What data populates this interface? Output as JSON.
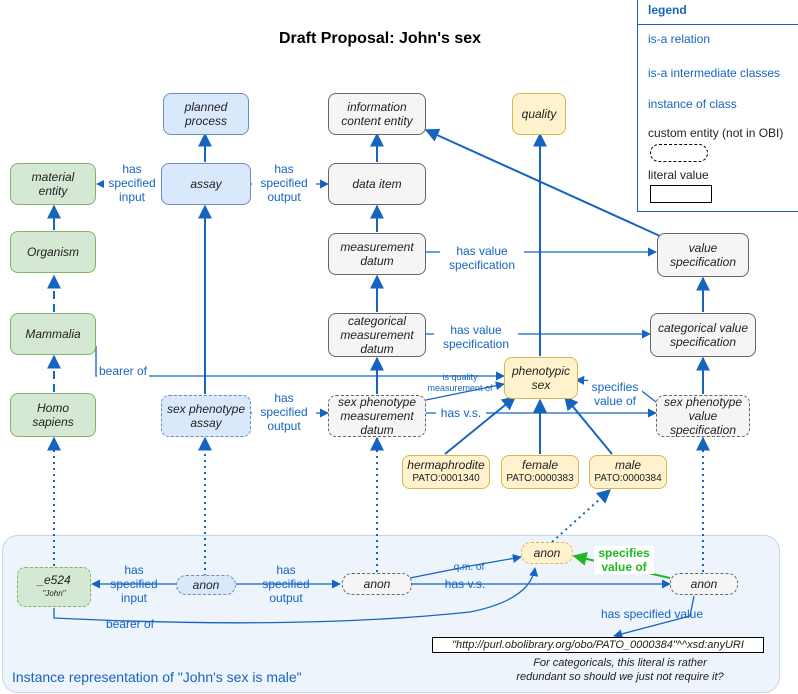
{
  "title": "Draft Proposal: John's sex",
  "legend": {
    "title": "legend",
    "isa": "is-a relation",
    "isa_intermediate": "is-a intermediate classes",
    "instance_of": "instance of class",
    "custom": "custom entity (not in OBI)",
    "literal": "literal value"
  },
  "nodes": {
    "planned_process": "planned\nprocess",
    "information_content_entity": "information\ncontent entity",
    "quality": "quality",
    "material_entity": "material\nentity",
    "assay": "assay",
    "data_item": "data item",
    "organism": "Organism",
    "measurement_datum": "measurement\ndatum",
    "value_specification": "value\nspecification",
    "mammalia": "Mammalia",
    "categorical_measurement_datum": "categorical\nmeasurement\ndatum",
    "categorical_value_specification": "categorical value\nspecification",
    "phenotypic_sex": "phenotypic\nsex",
    "homo_sapiens": "Homo\nsapiens",
    "sex_phenotype_assay": "sex phenotype\nassay",
    "sex_phenotype_measurement_datum": "sex phenotype\nmeasurement\ndatum",
    "sex_phenotype_value_specification": "sex phenotype\nvalue\nspecification",
    "hermaphrodite": "hermaphrodite",
    "hermaphrodite_id": "PATO:0001340",
    "female": "female",
    "female_id": "PATO:0000383",
    "male": "male",
    "male_id": "PATO:0000384",
    "e524": "_e524",
    "e524_name": "\"John\"",
    "anon_assay": "anon",
    "anon_datum": "anon",
    "anon_quality": "anon",
    "anon_value": "anon"
  },
  "labels": {
    "has_specified_input": "has\nspecified\ninput",
    "has_specified_output": "has\nspecified\noutput",
    "has_value_spec_1": "has value\nspecification",
    "has_value_spec_2": "has value\nspecification",
    "bearer_of": "bearer of",
    "is_quality_measurement_of": "is quality\nmeasurement of",
    "has_vs": "has v.s.",
    "specifies_value_of": "specifies\nvalue of",
    "has_specified_output_2": "has\nspecified\noutput",
    "inst_has_specified_input": "has\nspecified\ninput",
    "inst_has_specified_output": "has\nspecified\noutput",
    "qm_of": "q.m. of",
    "inst_specifies_value_of": "specifies\nvalue of",
    "inst_has_vs": "has v.s.",
    "inst_bearer_of": "bearer of",
    "has_specified_value": "has specified value"
  },
  "literal_value": "\"http://purl.obolibrary.org/obo/PATO_0000384\"^^xsd:anyURI",
  "note": "For categoricals, this literal is rather\nredundant so should we just not require it?",
  "instance_title": "Instance representation of \"John's sex is male\"",
  "colors": {
    "edge": "#1565c0",
    "green_edge": "#22b722",
    "green_fill": "#d5e8d4",
    "blue_fill": "#dae8fc",
    "grey_fill": "#f5f5f5",
    "yellow_fill": "#fff2cc"
  }
}
